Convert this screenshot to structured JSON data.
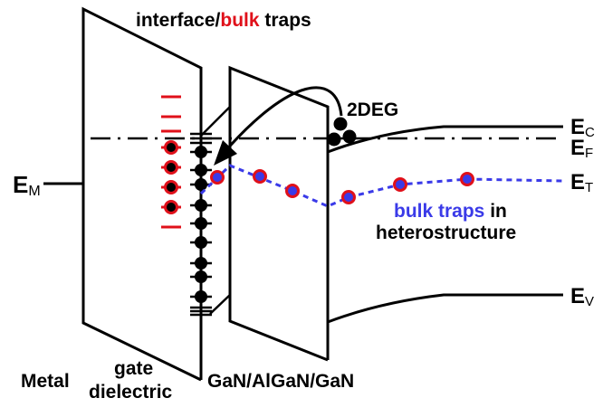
{
  "title": {
    "part1": "interface/",
    "part2": "bulk",
    "part3": " traps"
  },
  "colors": {
    "line": "#000000",
    "red": "#e0101a",
    "blue": "#3a3ae8",
    "background": "#ffffff"
  },
  "labels": {
    "em_main": "E",
    "em_sub": "M",
    "ec_main": "E",
    "ec_sub": "C",
    "ef_main": "E",
    "ef_sub": "F",
    "et_main": "E",
    "et_sub": "T",
    "ev_main": "E",
    "ev_sub": "V",
    "twodeg": "2DEG",
    "bulk_traps_blue": "bulk traps",
    "bulk_traps_black": " in",
    "heterostructure": "heterostructure",
    "metal": "Metal",
    "gate_line1": "gate",
    "gate_line2": "dielectric",
    "heterostack": "GaN/AlGaN/GaN"
  },
  "legend": {
    "interface_states": "black dots along dielectric/semiconductor interface",
    "dielectric_traps": "red dashes and red-ringed dots in gate dielectric",
    "heterostructure_traps": "blue dots with red rings along E_T"
  }
}
